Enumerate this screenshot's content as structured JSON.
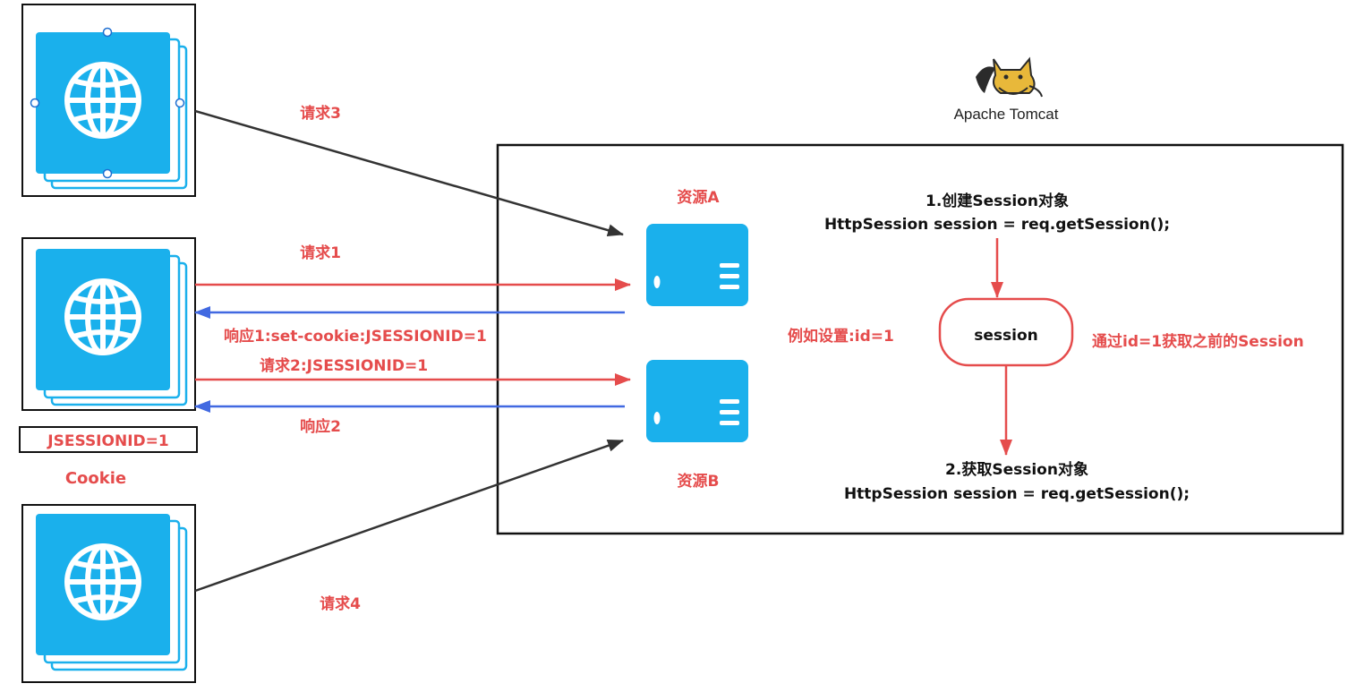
{
  "requests": {
    "req3": "请求3",
    "req1": "请求1",
    "resp1": "响应1:set-cookie:JSESSIONID=1",
    "req2": "请求2:JSESSIONID=1",
    "resp2": "响应2",
    "req4": "请求4"
  },
  "client": {
    "cookie_value": "JSESSIONID=1",
    "cookie_label": "Cookie"
  },
  "server": {
    "logo_text": "Apache Tomcat",
    "resource_a": "资源A",
    "resource_b": "资源B",
    "example_set": "例如设置:id=1",
    "session_node": "session",
    "get_prev": "通过id=1获取之前的Session",
    "step1_title": "1.创建Session对象",
    "step1_code": "HttpSession session = req.getSession();",
    "step2_title": "2.获取Session对象",
    "step2_code": "HttpSession session = req.getSession();"
  },
  "colors": {
    "request_arrow": "#e54c4c",
    "response_arrow": "#4169e1",
    "other_arrow": "#333333",
    "browser_blue": "#1ab0ec",
    "label_red": "#e54c4c"
  }
}
